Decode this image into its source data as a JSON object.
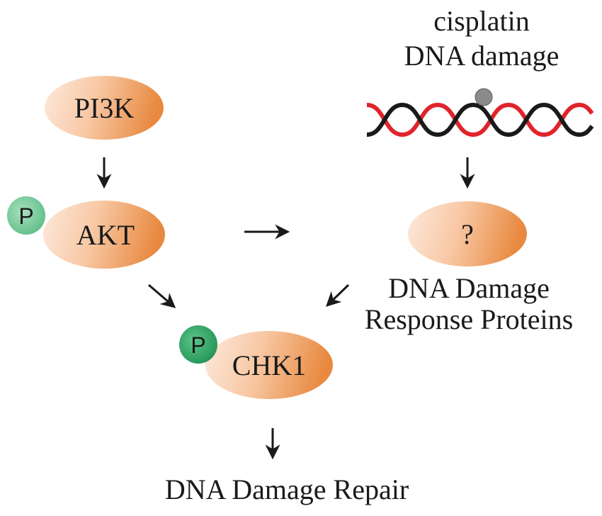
{
  "nodes": {
    "pi3k": "PI3K",
    "akt": "AKT",
    "chk1": "CHK1",
    "unknown": "?"
  },
  "phospho": {
    "akt_p": "P",
    "chk1_p": "P"
  },
  "labels": {
    "cisplatin_line1": "cisplatin",
    "cisplatin_line2": "DNA damage",
    "ddr_line1": "DNA Damage",
    "ddr_line2": "Response Proteins",
    "outcome": "DNA Damage Repair"
  },
  "colors": {
    "node_light": "#fde9dc",
    "node_dark": "#e8893f",
    "phospho_light": "#7fd0a0",
    "phospho_dark": "#2aa060",
    "strand_red": "#e0242b",
    "strand_black": "#1a1a1a",
    "adduct": "#8a8a8a",
    "arrow": "#1a1a1a"
  }
}
